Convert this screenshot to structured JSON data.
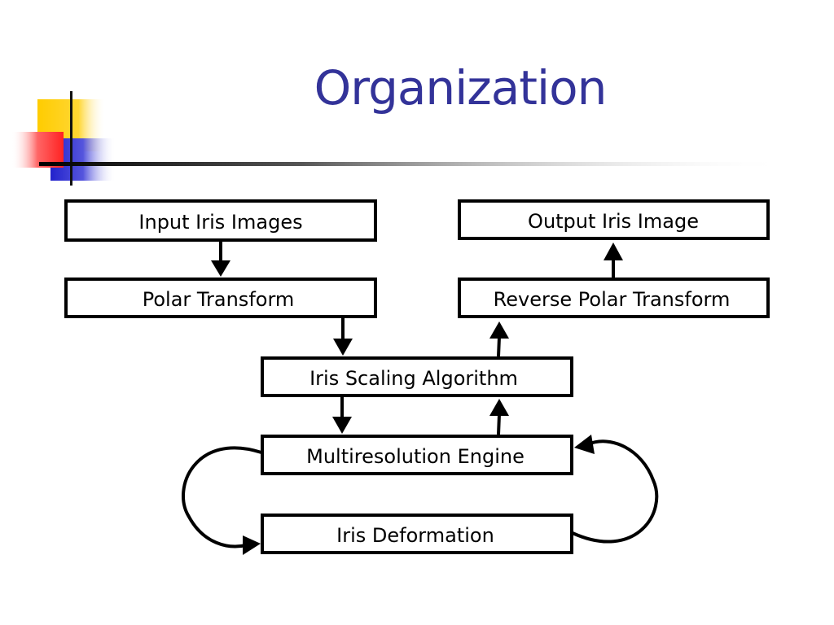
{
  "slide": {
    "title": "Organization"
  },
  "diagram": {
    "nodes": {
      "input": "Input Iris Images",
      "polar": "Polar Transform",
      "output": "Output Iris Image",
      "reverse": "Reverse Polar Transform",
      "scaling": "Iris Scaling Algorithm",
      "multires": "Multiresolution Engine",
      "deformation": "Iris Deformation"
    }
  },
  "colors": {
    "title": "#333399",
    "deco_yellow": "#ffcc00",
    "deco_red": "#ff3333",
    "deco_blue": "#3333cc"
  }
}
